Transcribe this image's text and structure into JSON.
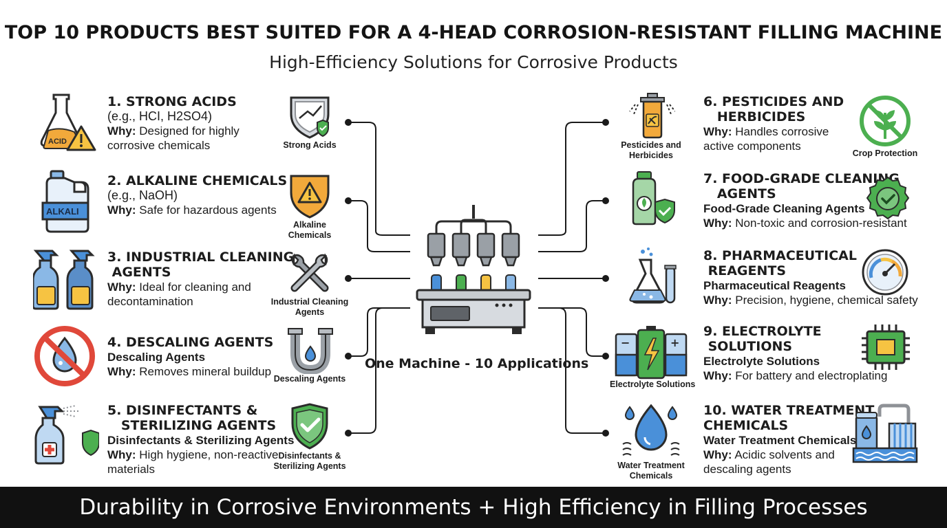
{
  "title": "TOP 10 PRODUCTS BEST SUITED FOR A 4-HEAD CORROSION-RESISTANT FILLING MACHINE",
  "subtitle": "High-Efficiency Solutions for Corrosive Products",
  "center": {
    "caption": "One Machine - 10 Applications"
  },
  "footer": "Durability in Corrosive Environments + High Efficiency in Filling Processes",
  "left_items": [
    {
      "heading": [
        "1. STRONG ACIDS"
      ],
      "example": "(e.g., HCI, H2SO4)",
      "why_label": "Why:",
      "why": [
        "Designed for highly",
        "corrosive chemicals"
      ],
      "icon_label": [
        "Strong Acids"
      ],
      "big_icon": "acid-flask-warning-icon",
      "mid_icon": "shield-chart-icon",
      "big_text": "ACID"
    },
    {
      "heading": [
        "2. ALKALINE CHEMICALS"
      ],
      "example": "(e.g., NaOH)",
      "why_label": "Why:",
      "why": [
        "Safe for hazardous agents"
      ],
      "icon_label": [
        "Alkaline",
        "Chemicals"
      ],
      "big_icon": "alkali-jug-icon",
      "mid_icon": "warning-shield-icon",
      "big_text": "ALKALI"
    },
    {
      "heading": [
        "3. INDUSTRIAL CLEANING",
        " AGENTS"
      ],
      "why_label": "Why:",
      "why": [
        "Ideal for cleaning and",
        "decontamination"
      ],
      "icon_label": [
        "Industrial Cleaning",
        "Agents"
      ],
      "big_icon": "spray-bottles-icon",
      "mid_icon": "wrench-icon"
    },
    {
      "heading": [
        "4. DESCALING AGENTS"
      ],
      "subname": "Descaling Agents",
      "why_label": "Why:",
      "why": [
        "Removes mineral buildup"
      ],
      "icon_label": [
        "Descaling Agents"
      ],
      "big_icon": "no-scale-icon",
      "mid_icon": "pipe-drop-icon"
    },
    {
      "heading": [
        "5. DISINFECTANTS &",
        "   STERILIZING AGENTS"
      ],
      "subname": "Disinfectants & Sterilizing Agents",
      "why_label": "Why:",
      "why": [
        "High hygiene, non-reactive",
        "materials"
      ],
      "icon_label": [
        "Disinfectants &",
        "Sterilizing Agents"
      ],
      "big_icon": "disinfectant-spray-icon",
      "mid_icon": "check-shield-icon"
    }
  ],
  "right_items": [
    {
      "heading": [
        "6. PESTICIDES AND",
        "   HERBICIDES"
      ],
      "why_label": "Why:",
      "why": [
        "Handles corrosive",
        "active components"
      ],
      "icon_label": [
        "Pesticides and",
        "Herbicides"
      ],
      "side_label": [
        "Crop Protection"
      ],
      "mid_icon": "sprayer-icon",
      "side_icon": "crop-protection-icon"
    },
    {
      "heading": [
        "7. FOOD-GRADE CLEANING",
        "   AGENTS"
      ],
      "subname": "Food-Grade Cleaning Agents",
      "why_label": "Why:",
      "why": [
        "Non-toxic and corrosion-resistant"
      ],
      "icon_label": [],
      "side_label": [],
      "mid_icon": "detergent-bottle-icon",
      "side_icon": "certified-badge-icon"
    },
    {
      "heading": [
        "8. PHARMACEUTICAL",
        " REAGENTS"
      ],
      "subname": "Pharmaceutical Reagents",
      "why_label": "Why:",
      "why": [
        "Precision, hygiene, chemical safety"
      ],
      "icon_label": [],
      "side_label": [],
      "mid_icon": "lab-flask-icon",
      "side_icon": "gauge-icon"
    },
    {
      "heading": [
        "9. ELECTROLYTE",
        " SOLUTIONS"
      ],
      "subname": "Electrolyte Solutions",
      "why_label": "Why:",
      "why": [
        "For battery and electroplating"
      ],
      "icon_label": [
        "Electrolyte Solutions"
      ],
      "side_label": [],
      "mid_icon": "battery-icon",
      "side_icon": "chip-icon"
    },
    {
      "heading": [
        "10. WATER TREATMENT",
        "CHEMICALS"
      ],
      "subname": "Water Treatment Chemicals",
      "why_label": "Why:",
      "why": [
        "Acidic solvents and",
        "descaling agents"
      ],
      "icon_label": [
        "Water Treatment",
        "Chemicals"
      ],
      "side_label": [],
      "mid_icon": "water-drop-icon",
      "side_icon": "water-plant-icon"
    }
  ],
  "colors": {
    "orange": "#F2A93B",
    "blue": "#4A90D9",
    "green": "#4CAF50",
    "red": "#E0483A",
    "gray": "#8E9196",
    "dark": "#2B2B2B",
    "lightblue": "#BFD9F2"
  }
}
